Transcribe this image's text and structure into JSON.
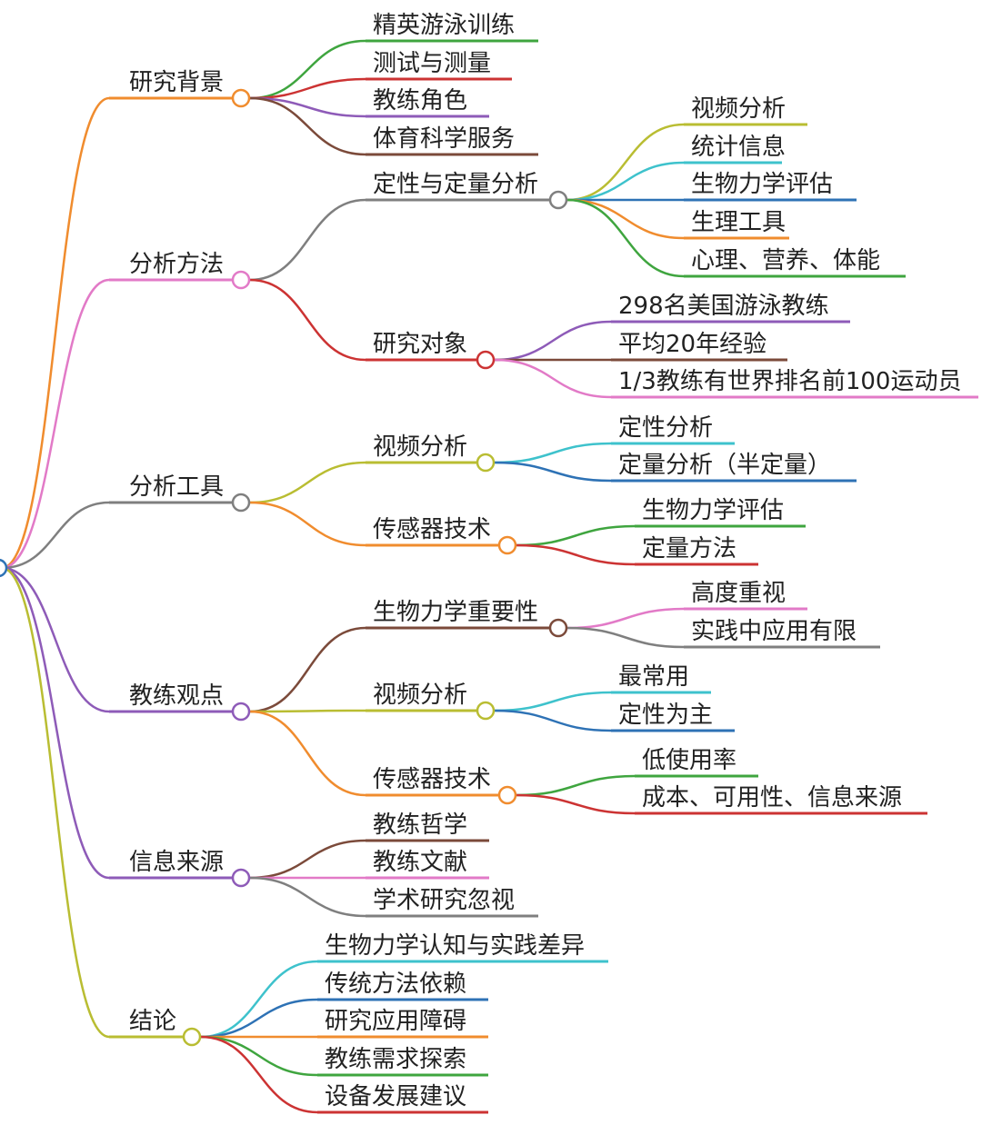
{
  "colors": {
    "orange": "#f08c2e",
    "pink": "#e27ac7",
    "gray": "#7f7f7f",
    "purple": "#8e5bb8",
    "olive": "#b9bd32",
    "green": "#3fa53f",
    "red": "#cc3333",
    "brown": "#7b4a3a",
    "cyan": "#3ec2cc",
    "blue": "#2e72b5",
    "root": "#2e72b5"
  },
  "mindmap": {
    "branches": [
      {
        "label": "研究背景",
        "color": "orange",
        "children": [
          {
            "label": "精英游泳训练",
            "color": "green"
          },
          {
            "label": "测试与测量",
            "color": "red"
          },
          {
            "label": "教练角色",
            "color": "purple"
          },
          {
            "label": "体育科学服务",
            "color": "brown"
          }
        ]
      },
      {
        "label": "分析方法",
        "color": "pink",
        "children": [
          {
            "label": "定性与定量分析",
            "color": "gray",
            "children": [
              {
                "label": "视频分析",
                "color": "olive"
              },
              {
                "label": "统计信息",
                "color": "cyan"
              },
              {
                "label": "生物力学评估",
                "color": "blue"
              },
              {
                "label": "生理工具",
                "color": "orange"
              },
              {
                "label": "心理、营养、体能",
                "color": "green"
              }
            ]
          },
          {
            "label": "研究对象",
            "color": "red",
            "children": [
              {
                "label": "298名美国游泳教练",
                "color": "purple"
              },
              {
                "label": "平均20年经验",
                "color": "brown"
              },
              {
                "label": "1/3教练有世界排名前100运动员",
                "color": "pink"
              }
            ]
          }
        ]
      },
      {
        "label": "分析工具",
        "color": "gray",
        "children": [
          {
            "label": "视频分析",
            "color": "olive",
            "children": [
              {
                "label": "定性分析",
                "color": "cyan"
              },
              {
                "label": "定量分析（半定量）",
                "color": "blue"
              }
            ]
          },
          {
            "label": "传感器技术",
            "color": "orange",
            "children": [
              {
                "label": "生物力学评估",
                "color": "green"
              },
              {
                "label": "定量方法",
                "color": "red"
              }
            ]
          }
        ]
      },
      {
        "label": "教练观点",
        "color": "purple",
        "children": [
          {
            "label": "生物力学重要性",
            "color": "brown",
            "children": [
              {
                "label": "高度重视",
                "color": "pink"
              },
              {
                "label": "实践中应用有限",
                "color": "gray"
              }
            ]
          },
          {
            "label": "视频分析",
            "color": "olive",
            "children": [
              {
                "label": "最常用",
                "color": "cyan"
              },
              {
                "label": "定性为主",
                "color": "blue"
              }
            ]
          },
          {
            "label": "传感器技术",
            "color": "orange",
            "children": [
              {
                "label": "低使用率",
                "color": "green"
              },
              {
                "label": "成本、可用性、信息来源",
                "color": "red"
              }
            ]
          }
        ]
      },
      {
        "label": "信息来源",
        "color": "purple",
        "children": [
          {
            "label": "教练哲学",
            "color": "brown"
          },
          {
            "label": "教练文献",
            "color": "pink"
          },
          {
            "label": "学术研究忽视",
            "color": "gray"
          }
        ]
      },
      {
        "label": "结论",
        "color": "olive",
        "children": [
          {
            "label": "生物力学认知与实践差异",
            "color": "cyan"
          },
          {
            "label": "传统方法依赖",
            "color": "blue"
          },
          {
            "label": "研究应用障碍",
            "color": "orange"
          },
          {
            "label": "教练需求探索",
            "color": "green"
          },
          {
            "label": "设备发展建议",
            "color": "red"
          }
        ]
      }
    ]
  }
}
